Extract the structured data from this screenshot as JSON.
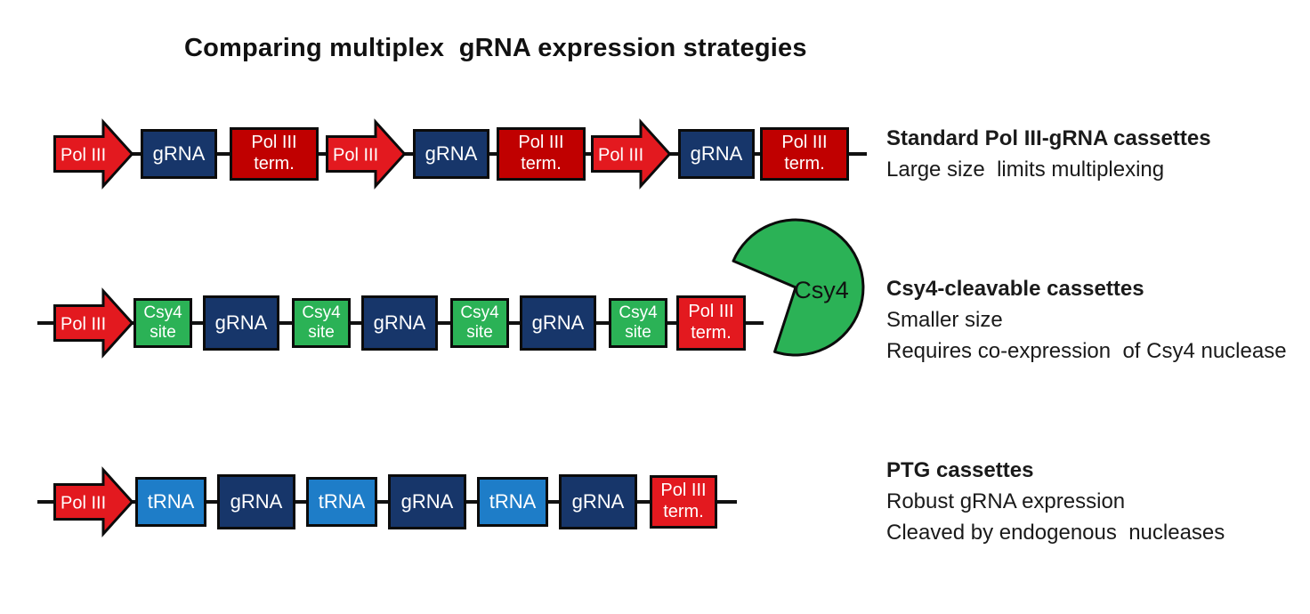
{
  "title": "Comparing multiplex  gRNA expression strategies",
  "colors": {
    "bright-red": "#e3191f",
    "dark-red": "#c00000",
    "navy": "#17366a",
    "green": "#2bb256",
    "light-blue": "#1e7dc8",
    "text-light": "#ffffff"
  },
  "rows": [
    {
      "annotation": {
        "heading": "Standard Pol III-gRNA cassettes",
        "lines": [
          "Large size  limits multiplexing"
        ]
      },
      "elements": [
        {
          "label": "Pol III"
        },
        {
          "label": "gRNA"
        },
        {
          "label": "Pol III\nterm."
        },
        {
          "label": "Pol III"
        },
        {
          "label": "gRNA"
        },
        {
          "label": "Pol III\nterm."
        },
        {
          "label": "Pol III"
        },
        {
          "label": "gRNA"
        },
        {
          "label": "Pol III\nterm."
        }
      ]
    },
    {
      "annotation": {
        "heading": "Csy4-cleavable cassettes",
        "lines": [
          "Smaller size",
          "Requires co-expression  of Csy4 nuclease"
        ]
      },
      "elements": [
        {
          "label": "Pol III"
        },
        {
          "label": "Csy4\nsite"
        },
        {
          "label": "gRNA"
        },
        {
          "label": "Csy4\nsite"
        },
        {
          "label": "gRNA"
        },
        {
          "label": "Csy4\nsite"
        },
        {
          "label": "gRNA"
        },
        {
          "label": "Csy4\nsite"
        },
        {
          "label": "Pol III\nterm."
        }
      ],
      "protein_label": "Csy4"
    },
    {
      "annotation": {
        "heading": "PTG cassettes",
        "lines": [
          "Robust gRNA expression",
          "Cleaved by endogenous  nucleases"
        ]
      },
      "elements": [
        {
          "label": "Pol III"
        },
        {
          "label": "tRNA"
        },
        {
          "label": "gRNA"
        },
        {
          "label": "tRNA"
        },
        {
          "label": "gRNA"
        },
        {
          "label": "tRNA"
        },
        {
          "label": "gRNA"
        },
        {
          "label": "Pol III\nterm."
        }
      ]
    }
  ]
}
